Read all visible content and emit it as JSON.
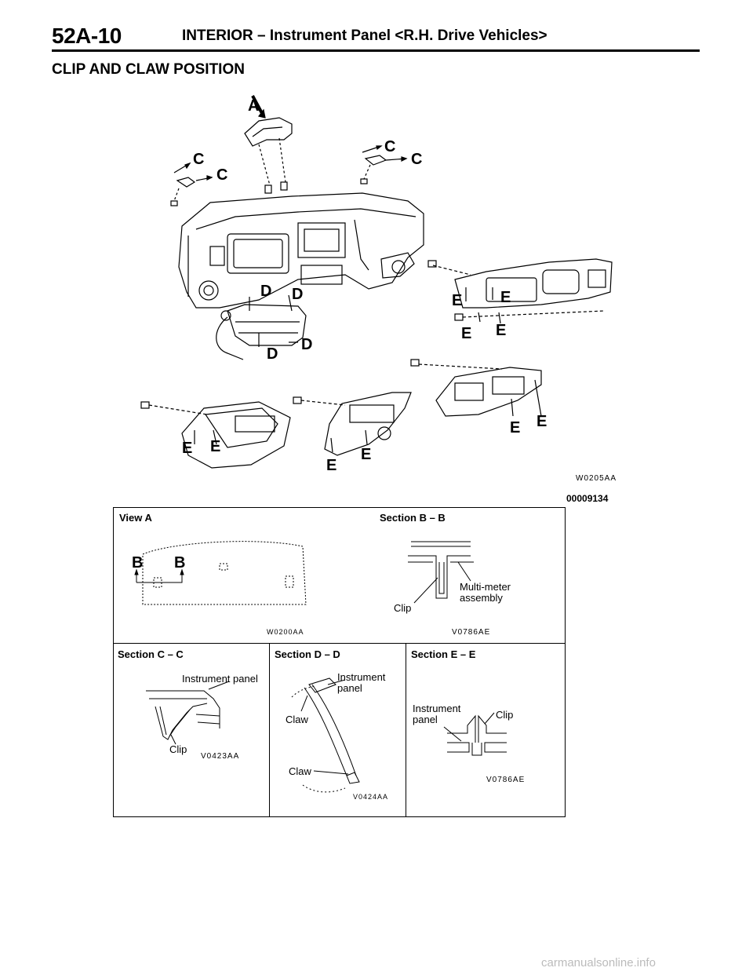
{
  "header": {
    "page_number": "52A-10",
    "title": "INTERIOR – Instrument Panel <R.H. Drive Vehicles>"
  },
  "section_title": "CLIP AND CLAW POSITION",
  "main_figure": {
    "labels": {
      "A": "A",
      "C": "C",
      "D": "D",
      "E": "E"
    },
    "figure_code": "W0205AA",
    "drawing_number": "00009134"
  },
  "view_panel": {
    "view_a_title": "View A",
    "section_b_title": "Section B – B",
    "b_label": "B",
    "clip_label": "Clip",
    "multimeter_label": "Multi-meter assembly",
    "code_left": "W0200AA",
    "code_right": "V0786AE"
  },
  "bottom_panels": {
    "c": {
      "title": "Section C – C",
      "instrument_panel": "Instrument panel",
      "clip": "Clip",
      "code": "V0423AA"
    },
    "d": {
      "title": "Section D – D",
      "instrument_panel": "Instrument panel",
      "claw_1": "Claw",
      "claw_2": "Claw",
      "code": "V0424AA"
    },
    "e": {
      "title": "Section E – E",
      "instrument_panel": "Instrument panel",
      "clip": "Clip",
      "code": "V0786AE"
    }
  },
  "watermark": "carmanualsonline.info"
}
